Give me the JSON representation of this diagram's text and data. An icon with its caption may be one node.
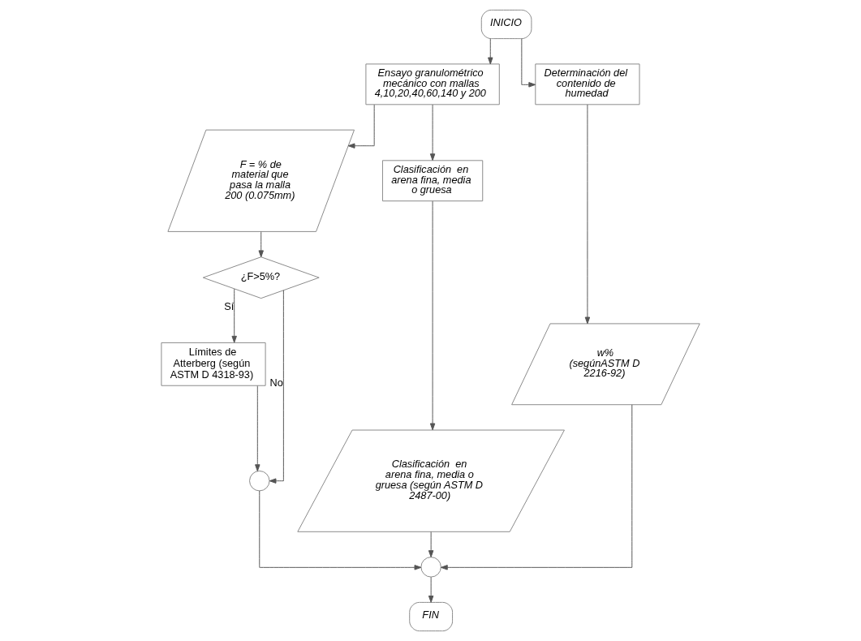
{
  "diagram": {
    "nodes": [
      {
        "text": [
          "INICIO"
        ]
      },
      {
        "text": [
          "Ensayo granulométrico mecánico con mallas 4,10,20,40,60,140 y 200"
        ]
      },
      {
        "text": [
          "Determinación del contenido de humedad"
        ]
      },
      {
        "text": [
          "F = % de material que pasa la malla 200 (0.075mm)"
        ]
      },
      {
        "text": [
          "Clasificación  en arena fina, media o gruesa"
        ]
      },
      {
        "text": [
          "w%",
          "(segúnASTM D 2216-92)"
        ]
      },
      {
        "text": [
          "Clasificación  en arena fina, media o gruesa (según ASTM D 2487-00)"
        ]
      },
      {
        "text": [
          "¿F>5%?"
        ]
      },
      {
        "text": [
          "Límites de Atterberg (según ASTM D 4318-93)"
        ]
      },
      {
        "text": [],
        "shape": "circle"
      },
      {
        "text": [],
        "shape": "circle"
      },
      {
        "text": [
          "FIN"
        ]
      }
    ],
    "edges": [
      {
        "from": 0,
        "to": 1,
        "arrow": "to"
      },
      {
        "from": 0,
        "to": 2,
        "arrow": "to"
      },
      {
        "from": 1,
        "to": 3,
        "arrow": "to"
      },
      {
        "from": 1,
        "to": 4,
        "arrow": "to"
      },
      {
        "from": 2,
        "to": 5,
        "arrow": "to"
      },
      {
        "from": 3,
        "to": 7,
        "arrow": "to"
      },
      {
        "from": 4,
        "to": 6,
        "arrow": "to"
      },
      {
        "from": 7,
        "to": 8,
        "arrow": "to",
        "label": "Sí"
      },
      {
        "from": 7,
        "to": 9,
        "arrow": "to",
        "label": "No"
      },
      {
        "from": 8,
        "to": 9,
        "arrow": "to"
      },
      {
        "from": 9,
        "to": 10,
        "arrow": "to"
      },
      {
        "from": 6,
        "to": 10,
        "arrow": "to"
      },
      {
        "from": 5,
        "to": 10,
        "arrow": "to"
      },
      {
        "from": 10,
        "to": 11,
        "arrow": "to"
      }
    ]
  }
}
